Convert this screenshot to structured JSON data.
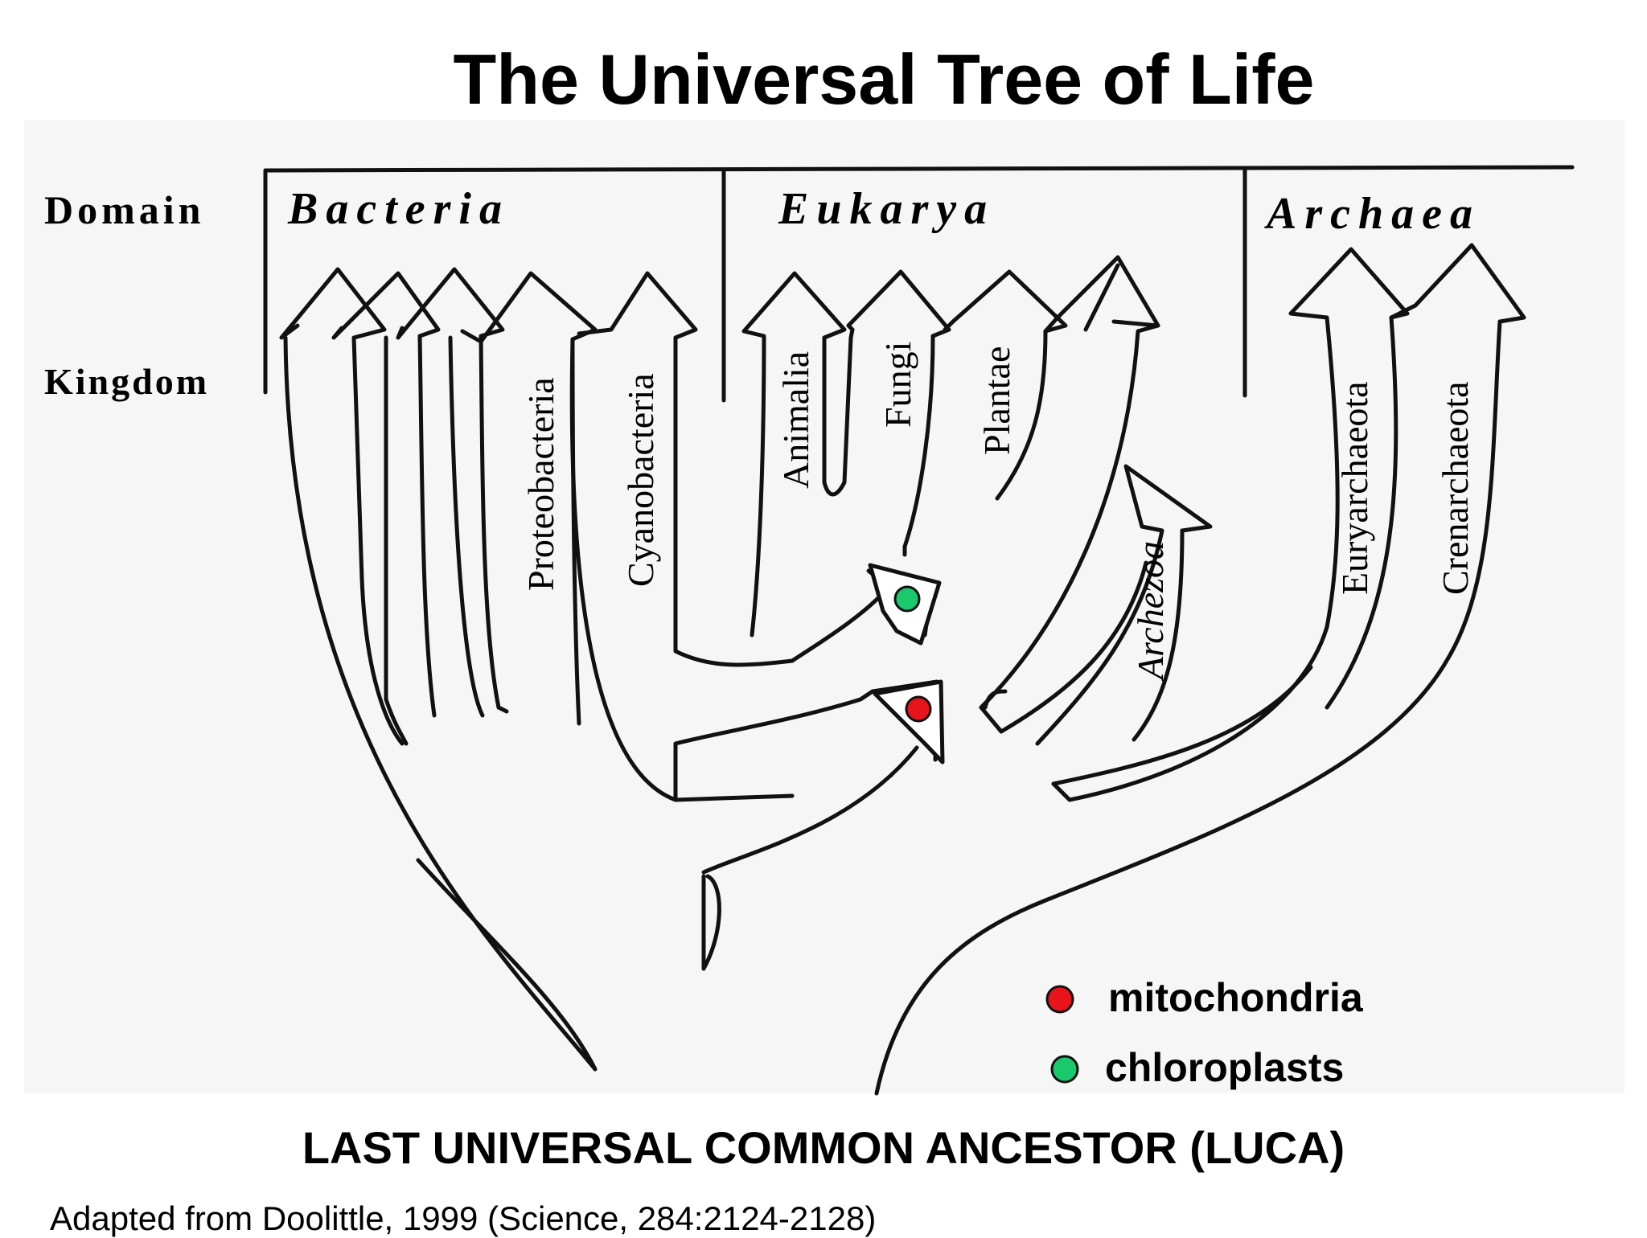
{
  "title": "The Universal Tree of Life",
  "rank_labels": {
    "domain": "Domain",
    "kingdom": "Kingdom"
  },
  "domains": [
    {
      "name": "Bacteria",
      "kingdoms": [
        "Proteobacteria",
        "Cyanobacteria"
      ]
    },
    {
      "name": "Eukarya",
      "kingdoms": [
        "Animalia",
        "Fungi",
        "Plantae",
        "Archezoa"
      ]
    },
    {
      "name": "Archaea",
      "kingdoms": [
        "Euryarchaeota",
        "Crenarchaeota"
      ]
    }
  ],
  "legend": [
    {
      "label": "mitochondria",
      "color": "#e8141c"
    },
    {
      "label": "chloroplasts",
      "color": "#19c96b"
    }
  ],
  "root_label": "LAST UNIVERSAL COMMON ANCESTOR (LUCA)",
  "credit": "Adapted from Doolittle, 1999 (Science, 284:2124-2128)"
}
